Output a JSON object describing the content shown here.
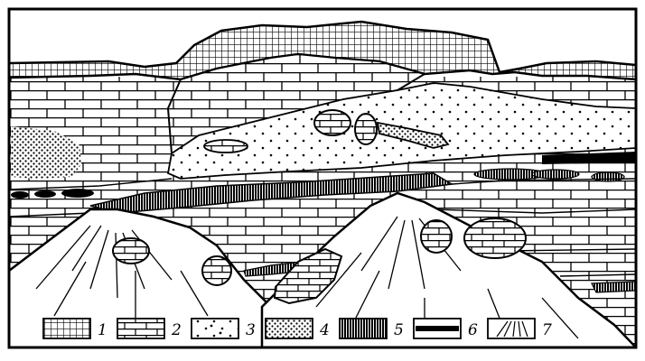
{
  "diagram": {
    "colors": {
      "ink": "#000000",
      "paper": "#ffffff"
    },
    "legend": [
      {
        "number": "1",
        "pattern": "grid"
      },
      {
        "number": "2",
        "pattern": "brick"
      },
      {
        "number": "3",
        "pattern": "sparse-dots"
      },
      {
        "number": "4",
        "pattern": "dense-dots"
      },
      {
        "number": "5",
        "pattern": "vertical-hatch"
      },
      {
        "number": "6",
        "pattern": "thick-band"
      },
      {
        "number": "7",
        "pattern": "radiating-lines"
      }
    ]
  }
}
